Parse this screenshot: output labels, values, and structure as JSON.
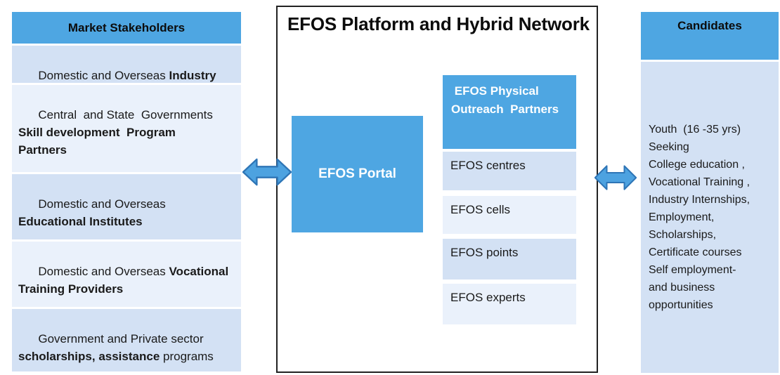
{
  "palette": {
    "accent": "#4EA6E2",
    "row_dark": "#D3E1F4",
    "row_light": "#EAF1FB",
    "arrow_fill": "#4DA2E0",
    "arrow_stroke": "#2E75B6",
    "box_border": "#222222",
    "text": "#1A1A1A"
  },
  "left_panel": {
    "title": "Market Stakeholders",
    "rows": [
      {
        "pre": "Domestic and Overseas ",
        "bold": "Industry",
        "post": ""
      },
      {
        "pre": "Central  and State  Governments\n",
        "bold": "Skill development  Program\nPartners",
        "post": ""
      },
      {
        "pre": "Domestic and Overseas\n",
        "bold": "Educational Institutes",
        "post": ""
      },
      {
        "pre": "Domestic and Overseas ",
        "bold": "Vocational\nTraining Providers",
        "post": ""
      },
      {
        "pre": "Government and Private sector\n",
        "bold": "scholarships, assistance",
        "post": " programs"
      }
    ]
  },
  "center": {
    "title": "EFOS Platform and Hybrid Network",
    "portal_label": "EFOS Portal",
    "outreach": {
      "title": " EFOS Physical\nOutreach  Partners",
      "items": [
        "EFOS centres",
        "EFOS cells",
        "EFOS points",
        "EFOS experts"
      ]
    }
  },
  "right_panel": {
    "title": "Candidates",
    "body": "Youth  (16 -35 yrs)\nSeeking\nCollege education ,\nVocational Training ,\nIndustry Internships,\nEmployment,\nScholarships,\nCertificate courses\nSelf employment-\nand business\nopportunities"
  },
  "icons": {
    "left_connector": "double-headed-horizontal-arrow",
    "right_connector": "double-headed-horizontal-arrow"
  }
}
